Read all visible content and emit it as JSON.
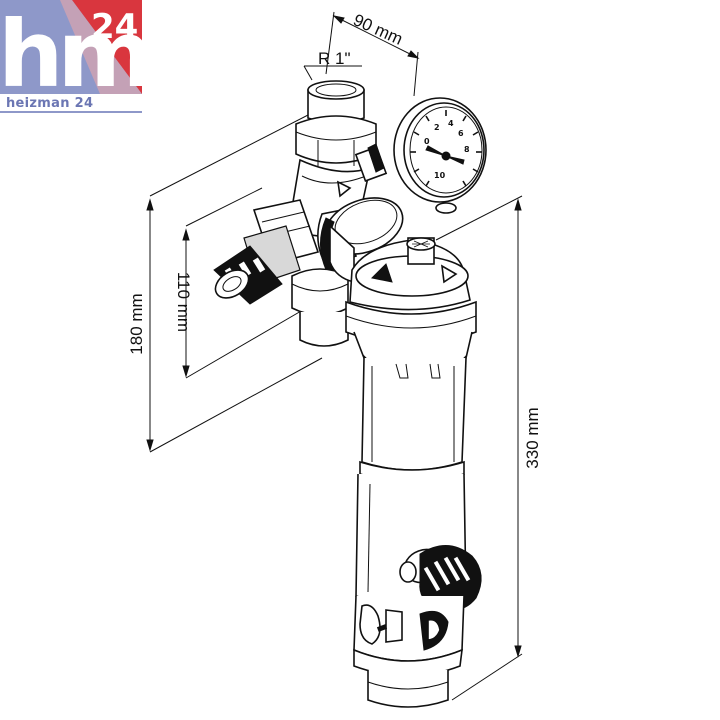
{
  "logo": {
    "mark": "hm",
    "number": "24",
    "brand": "heizman 24",
    "colors": {
      "blue": "#8e98c9",
      "red": "#d9363e",
      "pink": "#e8a6aa",
      "text": "#6b76b3",
      "number": "#ffffff"
    }
  },
  "dimensions": {
    "width_top": "90 mm",
    "thread": "R 1\"",
    "height_left_outer": "180 mm",
    "height_left_inner": "110 mm",
    "height_total": "330 mm"
  }
}
